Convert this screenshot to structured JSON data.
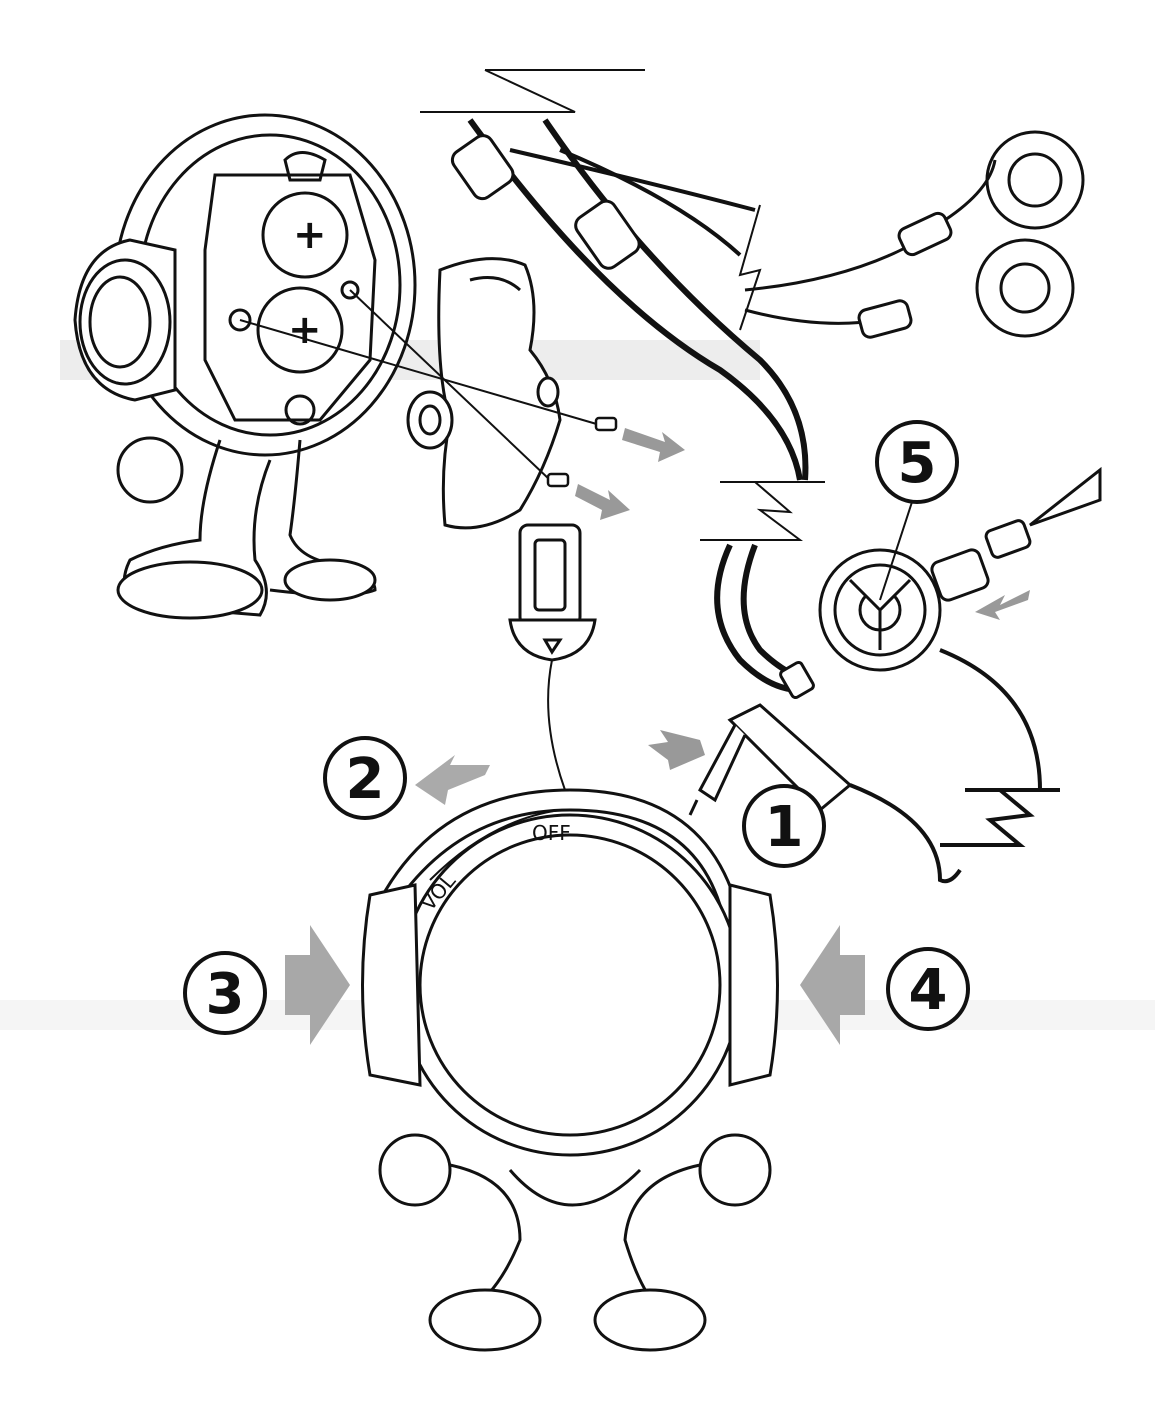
{
  "callouts": {
    "c1": "1",
    "c2": "2",
    "c3": "3",
    "c4": "4",
    "c5": "5"
  },
  "switch": {
    "vol": "VOL",
    "off": "OFF"
  },
  "battery": {
    "top": "+",
    "bottom": "+"
  },
  "colors": {
    "line": "#111111",
    "arrow": "#9a9a9a",
    "band": "#dcdcdc"
  }
}
